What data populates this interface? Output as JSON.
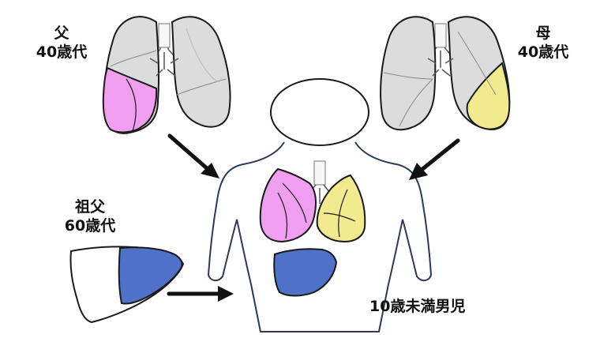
{
  "labels": {
    "father": {
      "relation": "父",
      "age": "40歳代"
    },
    "mother": {
      "relation": "母",
      "age": "40歳代"
    },
    "grandfather": {
      "relation": "祖父",
      "age": "60歳代"
    },
    "patient": {
      "text": "10歳未満男児"
    }
  },
  "colors": {
    "lung_base": "#dcdcdc",
    "lung_light": "#f2f2f2",
    "pink_lobe": "#ef9ef0",
    "yellow_lobe": "#f1ea8f",
    "liver_blue": "#4f72c8",
    "outline": "#1a1a1a",
    "body_outline": "#2b3a55"
  }
}
